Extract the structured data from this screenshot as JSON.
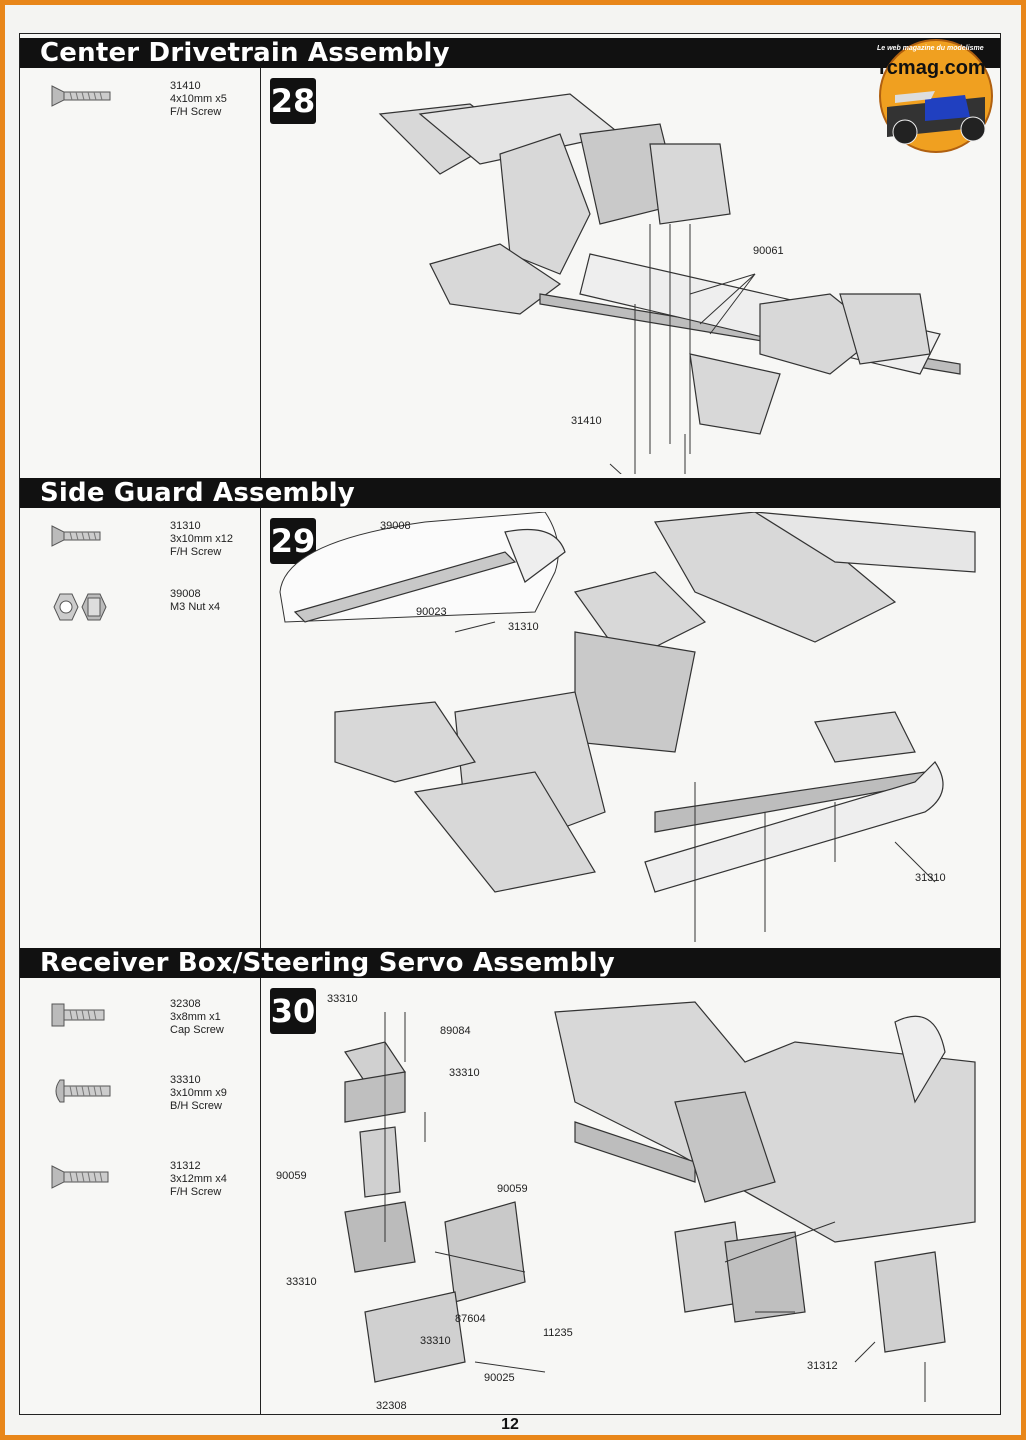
{
  "page_number": "12",
  "logo": {
    "brand": "rcmag.com",
    "tagline": "Le web magazine du modelisme"
  },
  "sections": [
    {
      "title": "Center Drivetrain Assembly",
      "step": "28",
      "parts": [
        {
          "number": "31410",
          "size": "4x10mm x5",
          "type": "F/H Screw"
        }
      ],
      "callouts": [
        "90061",
        "31410"
      ]
    },
    {
      "title": "Side Guard Assembly",
      "step": "29",
      "parts": [
        {
          "number": "31310",
          "size": "3x10mm x12",
          "type": "F/H Screw"
        },
        {
          "number": "39008",
          "size": "M3 Nut x4",
          "type": ""
        }
      ],
      "callouts": [
        "39008",
        "90023",
        "31310",
        "31310"
      ]
    },
    {
      "title": "Receiver Box/Steering Servo Assembly",
      "step": "30",
      "parts": [
        {
          "number": "32308",
          "size": "3x8mm x1",
          "type": "Cap Screw"
        },
        {
          "number": "33310",
          "size": "3x10mm x9",
          "type": "B/H Screw"
        },
        {
          "number": "31312",
          "size": "3x12mm x4",
          "type": "F/H Screw"
        }
      ],
      "callouts": [
        "33310",
        "89084",
        "33310",
        "90059",
        "90059",
        "33310",
        "87604",
        "11235",
        "33310",
        "90025",
        "32308",
        "31312"
      ]
    }
  ]
}
